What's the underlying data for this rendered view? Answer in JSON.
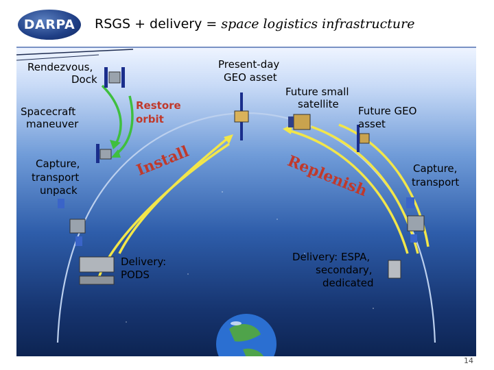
{
  "header": {
    "logo_text": "DARPA",
    "title_plain": "RSGS + delivery = ",
    "title_italic": "space logistics infrastructure"
  },
  "labels": {
    "rendezvous": "Rendezvous,",
    "dock": "Dock",
    "spacecraft": "Spacecraft",
    "maneuver": "maneuver",
    "capture1": "Capture,",
    "transport1": "transport",
    "unpack": "unpack",
    "restore1": "Restore",
    "restore2": "orbit",
    "install": "Install",
    "present1": "Present-day",
    "present2": "GEO asset",
    "future_small1": "Future small",
    "future_small2": "satellite",
    "future_geo1": "Future GEO",
    "future_geo2": "asset",
    "replenish": "Replenish",
    "capture2": "Capture,",
    "transport2": "transport",
    "delivery_pods1": "Delivery:",
    "delivery_pods2": "PODS",
    "delivery_espa1": "Delivery: ESPA,",
    "delivery_espa2": "secondary,",
    "delivery_espa3": "dedicated"
  },
  "page_number": "14",
  "colors": {
    "arrow_green": "#3fbf3f",
    "arrow_yellow": "#f2e64a",
    "accent_red": "#c0392b",
    "orbit_line": "#bcd0ee"
  },
  "icons": [
    "earth-icon",
    "satellite-icon",
    "servicer-icon",
    "pods-icon"
  ]
}
